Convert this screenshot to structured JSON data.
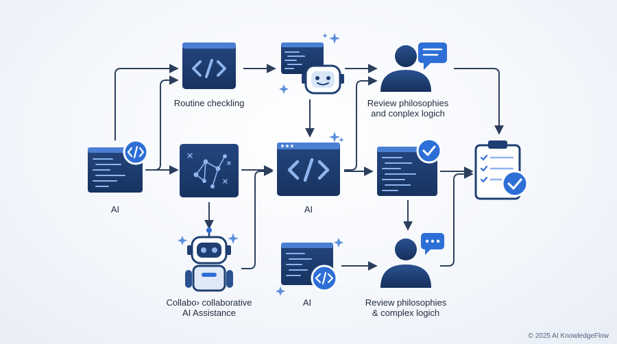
{
  "nodes": {
    "code_window_top": {
      "icon": "code-brackets-icon"
    },
    "chat_bot": {
      "icon": "robot-head-icon"
    },
    "reviewer_top": {
      "icon": "person-with-chat-icon"
    },
    "ai_laptop_left": {
      "icon": "code-window-badge-icon"
    },
    "network_graph": {
      "icon": "network-graph-icon"
    },
    "code_window_center": {
      "icon": "code-brackets-icon"
    },
    "code_check": {
      "icon": "code-window-check-icon"
    },
    "clipboard": {
      "icon": "clipboard-check-icon"
    },
    "robot_assistant": {
      "icon": "robot-icon"
    },
    "ai_laptop_bottom": {
      "icon": "code-window-badge-icon"
    },
    "reviewer_bottom": {
      "icon": "person-with-chat-icon"
    }
  },
  "labels": {
    "routine": "Routine checkling",
    "review_top_1": "Review philosophies",
    "review_top_2": "and conplex logich",
    "ai_left": "AI",
    "ai_center": "AI",
    "collab_1": "Collabo› collaborative",
    "collab_2": "AI Assistance",
    "ai_bottom": "AI",
    "review_bottom_1": "Review philosophies",
    "review_bottom_2": "& complex logich"
  },
  "footer": {
    "copyright": "© 2025 AI KnowledgeFlow"
  },
  "colors": {
    "primary": "#1f3f72",
    "accent": "#2d6fd6",
    "light": "#8fb5ee",
    "arrow": "#2c3e5c"
  }
}
